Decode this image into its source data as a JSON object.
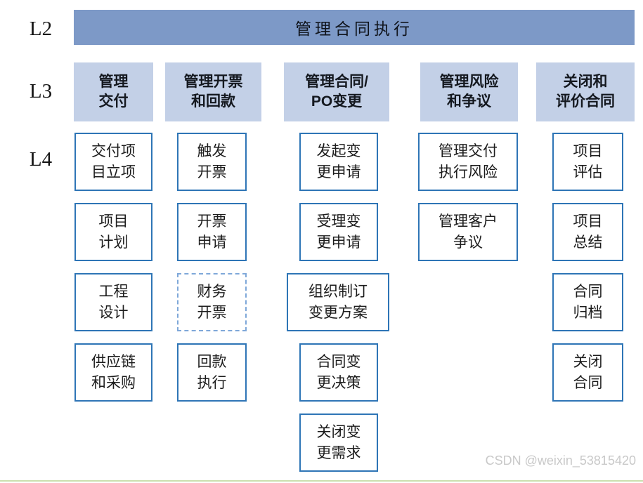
{
  "colors": {
    "l2_fill": "#7d99c7",
    "l3_fill": "#c3d0e7",
    "l4_border": "#2e75b6",
    "l4_border_dashed": "#7fa8d9",
    "bottom_line": "#cbdfae"
  },
  "diagram": {
    "row_labels": [
      "L2",
      "L3",
      "L4"
    ],
    "l2": {
      "title": "管理合同执行"
    },
    "l3": [
      {
        "label": "管理\n交付"
      },
      {
        "label": "管理开票\n和回款"
      },
      {
        "label": "管理合同/\nPO变更"
      },
      {
        "label": "管理风险\n和争议"
      },
      {
        "label": "关闭和\n评价合同"
      }
    ],
    "l4": {
      "col1": [
        "交付项\n目立项",
        "项目\n计划",
        "工程\n设计",
        "供应链\n和采购"
      ],
      "col2": [
        "触发\n开票",
        "开票\n申请",
        "财务\n开票",
        "回款\n执行"
      ],
      "col3": [
        "发起变\n更申请",
        "受理变\n更申请",
        "组织制订\n变更方案",
        "合同变\n更决策",
        "关闭变\n更需求"
      ],
      "col4": [
        "管理交付\n执行风险",
        "管理客户\n争议"
      ],
      "col5": [
        "项目\n评估",
        "项目\n总结",
        "合同\n归档",
        "关闭\n合同"
      ]
    }
  },
  "watermark": "CSDN @weixin_53815420"
}
